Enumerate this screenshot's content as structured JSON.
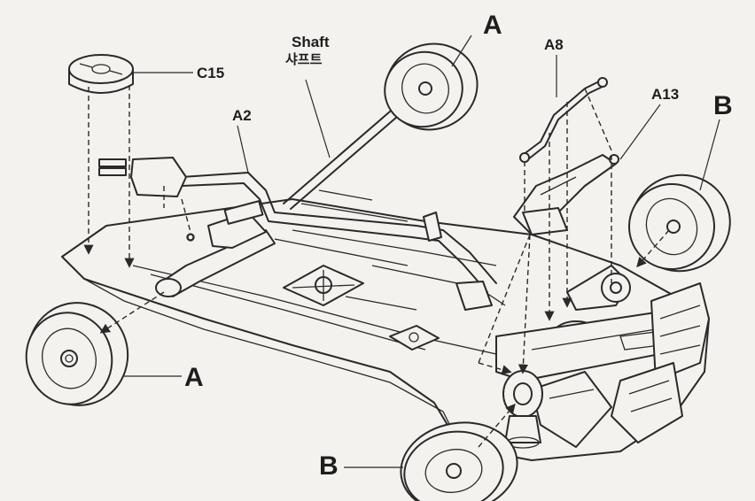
{
  "labels": {
    "shaft_en": "Shaft",
    "shaft_kr": "샤프트",
    "c15": "C15",
    "a2": "A2",
    "a8": "A8",
    "a13": "A13",
    "a_top": "A",
    "a_left": "A",
    "b_right": "B",
    "b_bottom": "B"
  }
}
